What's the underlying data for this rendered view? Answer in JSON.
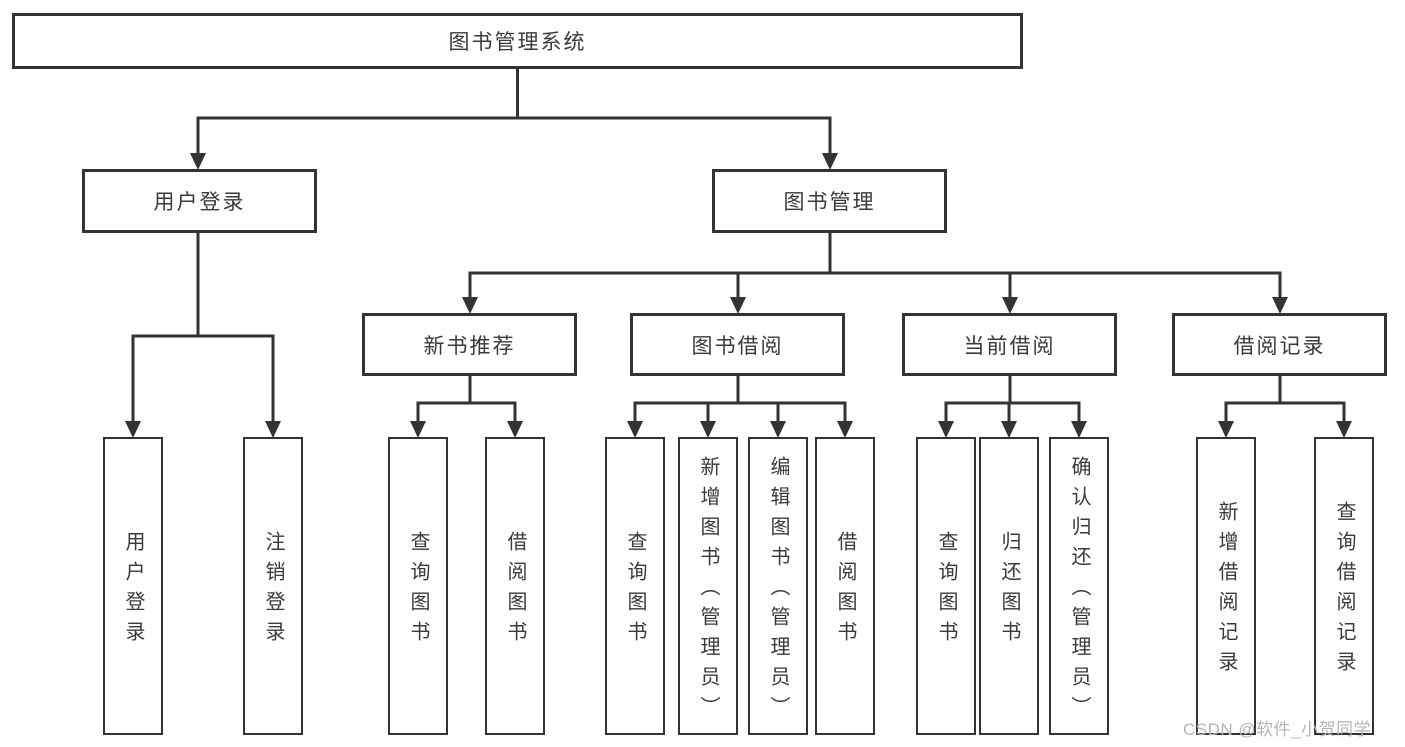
{
  "diagram_type": "hierarchy-tree",
  "colors": {
    "line": "#333333",
    "box_border": "#333333",
    "box_fill": "#ffffff",
    "text": "#3a3a3a",
    "watermark": "#b5b5b5",
    "background": "#ffffff"
  },
  "nodes": {
    "root": "图书管理系统",
    "user_login": "用户登录",
    "book_management": "图书管理",
    "new_book_recommend": "新书推荐",
    "book_borrowing": "图书借阅",
    "current_borrowing": "当前借阅",
    "borrowing_records": "借阅记录",
    "leaf_user_login": "用户登录",
    "leaf_logout": "注销登录",
    "leaf_query_books_recommend": "查询图书",
    "leaf_borrow_books_recommend": "借阅图书",
    "leaf_query_books_borrowing": "查询图书",
    "leaf_add_books_admin": "新增图书（管理员）",
    "leaf_edit_books_admin": "编辑图书（管理员）",
    "leaf_borrow_books_borrowing": "借阅图书",
    "leaf_query_books_current": "查询图书",
    "leaf_return_books": "归还图书",
    "leaf_confirm_return_admin": "确认归还（管理员）",
    "leaf_add_borrow_record": "新增借阅记录",
    "leaf_query_borrow_record": "查询借阅记录"
  },
  "watermark": "CSDN @软件_小贺同学"
}
